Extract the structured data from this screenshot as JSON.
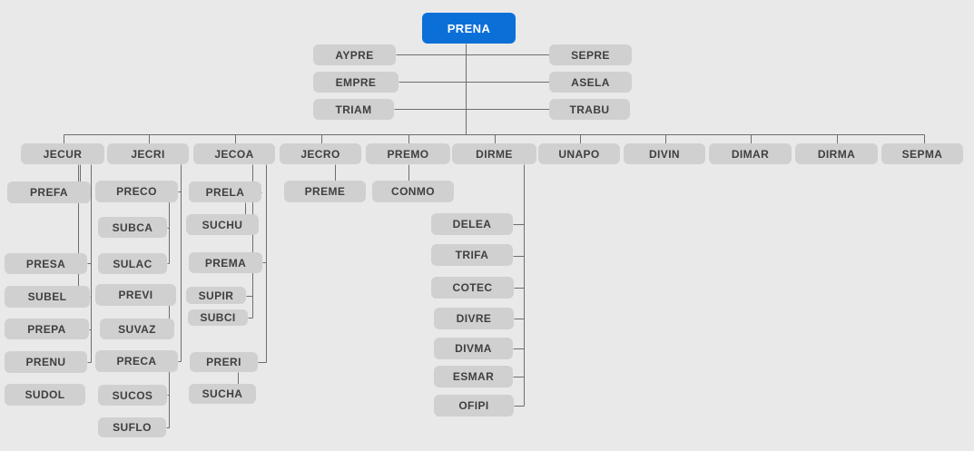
{
  "chart_colors": {
    "background": "#e9e9e9",
    "node": "#d0d0d0",
    "node_text": "#3f3f3f",
    "root": "#0b6fd8",
    "root_text": "#ffffff",
    "connector": "#6e6e6e"
  },
  "org": {
    "root": "PRENA",
    "assistants_left": [
      "AYPRE",
      "EMPRE",
      "TRIAM"
    ],
    "assistants_right": [
      "SEPRE",
      "ASELA",
      "TRABU"
    ],
    "units": [
      {
        "label": "JECUR",
        "children": [
          "PREFA",
          "PRESA",
          "SUBEL",
          "PREPA",
          "PRENU",
          "SUDOL"
        ]
      },
      {
        "label": "JECRI",
        "children": [
          "PRECO",
          "SUBCA",
          "SULAC",
          "PREVI",
          "SUVAZ",
          "PRECA",
          "SUCOS",
          "SUFLO"
        ]
      },
      {
        "label": "JECOA",
        "children": [
          "PRELA",
          "SUCHU",
          "PREMA",
          "SUPIR",
          "SUBCI",
          "PRERI",
          "SUCHA"
        ]
      },
      {
        "label": "JECRO",
        "children": [
          "PREME"
        ]
      },
      {
        "label": "PREMO",
        "children": [
          "CONMO"
        ]
      },
      {
        "label": "DIRME",
        "children": [
          "DELEA",
          "TRIFA",
          "COTEC",
          "DIVRE",
          "DIVMA",
          "ESMAR",
          "OFIPI"
        ]
      },
      {
        "label": "UNAPO",
        "children": []
      },
      {
        "label": "DIVIN",
        "children": []
      },
      {
        "label": "DIMAR",
        "children": []
      },
      {
        "label": "DIRMA",
        "children": []
      },
      {
        "label": "SEPMA",
        "children": []
      }
    ]
  }
}
